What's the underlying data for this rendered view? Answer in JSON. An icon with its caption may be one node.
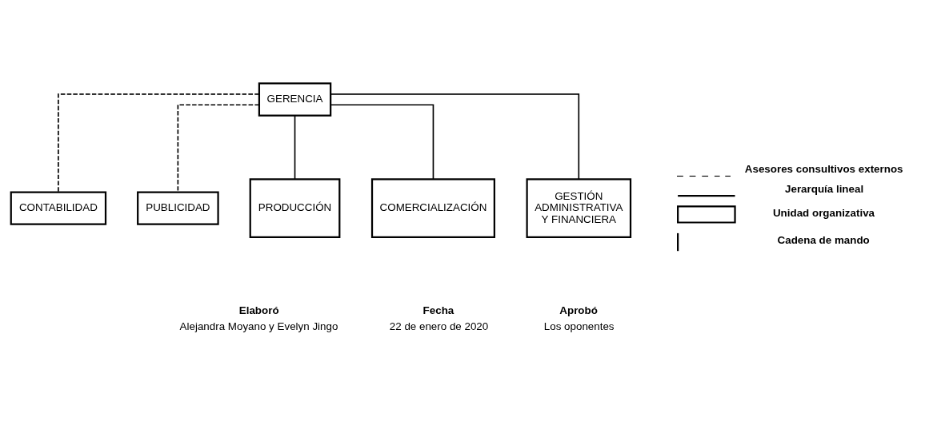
{
  "diagram": {
    "nodes": [
      {
        "text": [
          "GERENCIA"
        ]
      },
      {
        "text": [
          "CONTABILIDAD"
        ]
      },
      {
        "text": [
          "PUBLICIDAD"
        ]
      },
      {
        "text": [
          "PRODUCCIÓN"
        ]
      },
      {
        "text": [
          "COMERCIALIZACIÓN"
        ]
      },
      {
        "text": [
          "GESTIÓN ADMINISTRATIVA Y FINANCIERA"
        ]
      }
    ],
    "edges": [
      {
        "from": 0,
        "to": 1,
        "arrow": "none",
        "style": "dashed"
      },
      {
        "from": 0,
        "to": 2,
        "arrow": "none",
        "style": "dashed"
      },
      {
        "from": 0,
        "to": 3,
        "arrow": "none"
      },
      {
        "from": 0,
        "to": 4,
        "arrow": "none"
      },
      {
        "from": 0,
        "to": 5,
        "arrow": "none"
      }
    ],
    "labels": [
      "Elaboró",
      "Alejandra Moyano y Evelyn Jingo",
      "Fecha",
      "22 de enero de 2020",
      "Aprobó",
      "Los oponentes"
    ],
    "legend": [
      {
        "text": "Asesores consultivos externos"
      },
      {
        "text": "Jerarquía lineal"
      },
      {
        "text": "Unidad organizativa"
      },
      {
        "text": "Cadena de mando"
      }
    ]
  }
}
